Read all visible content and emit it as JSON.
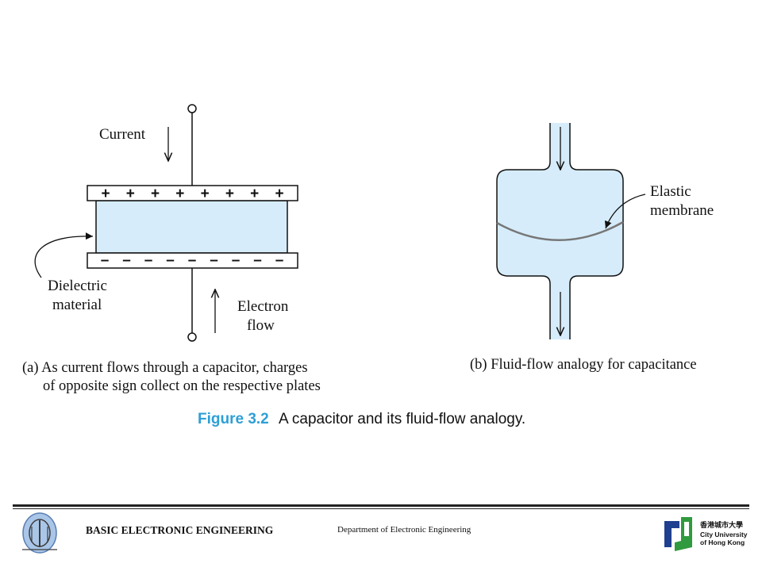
{
  "diagram": {
    "part_a": {
      "current_label": "Current",
      "plus_signs": [
        "+",
        "+",
        "+",
        "+",
        "+",
        "+",
        "+",
        "+"
      ],
      "minus_signs": [
        "–",
        "–",
        "–",
        "–",
        "–",
        "–",
        "–",
        "–",
        "–"
      ],
      "dielectric_label": [
        "Dielectric",
        "material"
      ],
      "electron_flow_label": [
        "Electron",
        "flow"
      ],
      "caption": [
        "(a) As current flows through a capacitor, charges",
        "of opposite sign collect on the respective plates"
      ]
    },
    "part_b": {
      "membrane_label": [
        "Elastic",
        "membrane"
      ],
      "caption": "(b) Fluid-flow analogy for capacitance"
    },
    "figure": {
      "number": "Figure 3.2",
      "title": "A capacitor and its fluid-flow analogy."
    },
    "colors": {
      "fill": "#d6ecfa",
      "figure_number": "#2e9fd6",
      "membrane": "#777777"
    }
  },
  "footer": {
    "course": "BASIC ELECTRONIC ENGINEERING",
    "department": "Department of Electronic Engineering",
    "left_logo_icon": "department-emblem-icon",
    "university_logo": {
      "chinese": "香港城市大學",
      "english_line1": "City University",
      "english_line2": "of Hong Kong"
    }
  }
}
